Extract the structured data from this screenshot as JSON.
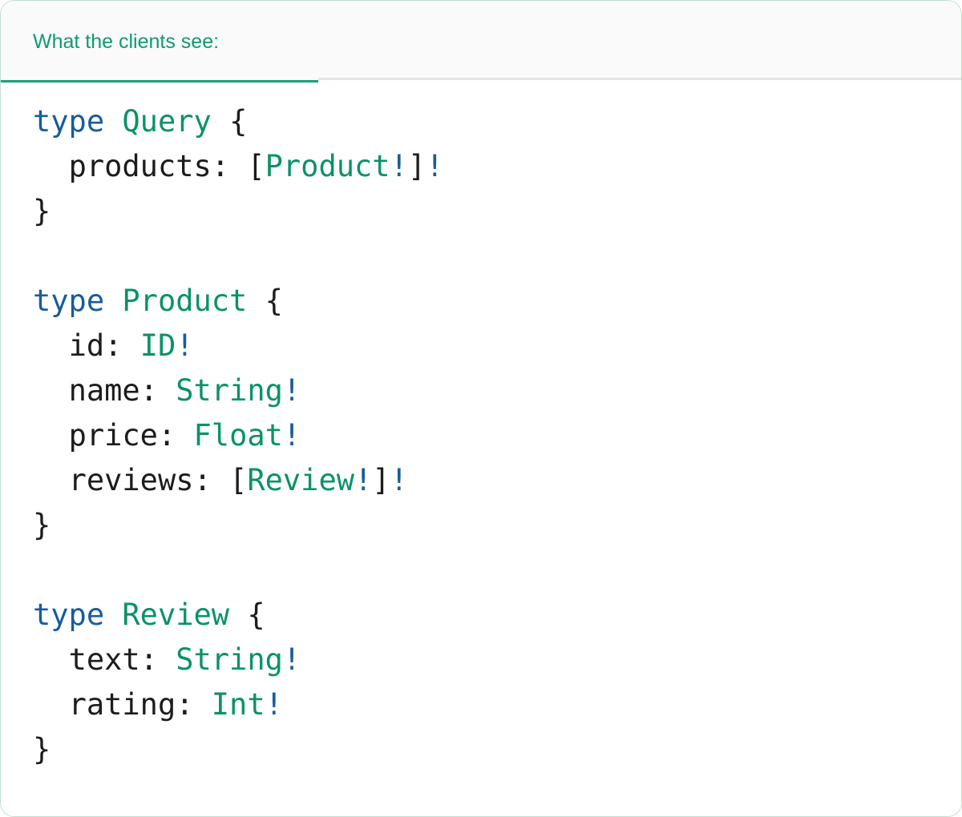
{
  "panel": {
    "border_color": "#bfe0cf",
    "background": "#ffffff"
  },
  "tabbar": {
    "active_tab_index": 0,
    "underline_color": "#17a07a",
    "border_color": "#e4e4e4",
    "background": "#fafafa",
    "tabs": [
      {
        "label": "What the clients see:",
        "active": true
      }
    ]
  },
  "editor": {
    "language": "graphql",
    "colors": {
      "keyword": "#175c9c",
      "typename": "#0a9268",
      "scalar": "#0a9268",
      "field": "#1c1c1c",
      "punctuation": "#1c1c1c",
      "bang": "#175c9c"
    },
    "lines": [
      {
        "indent": 0,
        "tokens": [
          {
            "t": "type",
            "k": "keyword"
          },
          {
            "t": " ",
            "k": "punct"
          },
          {
            "t": "Query",
            "k": "typename"
          },
          {
            "t": " ",
            "k": "punct"
          },
          {
            "t": "{",
            "k": "brace"
          }
        ]
      },
      {
        "indent": 2,
        "tokens": [
          {
            "t": "products",
            "k": "field"
          },
          {
            "t": ": ",
            "k": "punct"
          },
          {
            "t": "[",
            "k": "punct"
          },
          {
            "t": "Product",
            "k": "typename"
          },
          {
            "t": "!",
            "k": "bang"
          },
          {
            "t": "]",
            "k": "punct"
          },
          {
            "t": "!",
            "k": "bang"
          }
        ]
      },
      {
        "indent": 0,
        "tokens": [
          {
            "t": "}",
            "k": "brace"
          }
        ]
      },
      {
        "indent": 0,
        "tokens": []
      },
      {
        "indent": 0,
        "tokens": [
          {
            "t": "type",
            "k": "keyword"
          },
          {
            "t": " ",
            "k": "punct"
          },
          {
            "t": "Product",
            "k": "typename"
          },
          {
            "t": " ",
            "k": "punct"
          },
          {
            "t": "{",
            "k": "brace"
          }
        ]
      },
      {
        "indent": 2,
        "tokens": [
          {
            "t": "id",
            "k": "field"
          },
          {
            "t": ": ",
            "k": "punct"
          },
          {
            "t": "ID",
            "k": "scalar"
          },
          {
            "t": "!",
            "k": "bang"
          }
        ]
      },
      {
        "indent": 2,
        "tokens": [
          {
            "t": "name",
            "k": "field"
          },
          {
            "t": ": ",
            "k": "punct"
          },
          {
            "t": "String",
            "k": "scalar"
          },
          {
            "t": "!",
            "k": "bang"
          }
        ]
      },
      {
        "indent": 2,
        "tokens": [
          {
            "t": "price",
            "k": "field"
          },
          {
            "t": ": ",
            "k": "punct"
          },
          {
            "t": "Float",
            "k": "scalar"
          },
          {
            "t": "!",
            "k": "bang"
          }
        ]
      },
      {
        "indent": 2,
        "tokens": [
          {
            "t": "reviews",
            "k": "field"
          },
          {
            "t": ": ",
            "k": "punct"
          },
          {
            "t": "[",
            "k": "punct"
          },
          {
            "t": "Review",
            "k": "typename"
          },
          {
            "t": "!",
            "k": "bang"
          },
          {
            "t": "]",
            "k": "punct"
          },
          {
            "t": "!",
            "k": "bang"
          }
        ]
      },
      {
        "indent": 0,
        "tokens": [
          {
            "t": "}",
            "k": "brace"
          }
        ]
      },
      {
        "indent": 0,
        "tokens": []
      },
      {
        "indent": 0,
        "tokens": [
          {
            "t": "type",
            "k": "keyword"
          },
          {
            "t": " ",
            "k": "punct"
          },
          {
            "t": "Review",
            "k": "typename"
          },
          {
            "t": " ",
            "k": "punct"
          },
          {
            "t": "{",
            "k": "brace"
          }
        ]
      },
      {
        "indent": 2,
        "tokens": [
          {
            "t": "text",
            "k": "field"
          },
          {
            "t": ": ",
            "k": "punct"
          },
          {
            "t": "String",
            "k": "scalar"
          },
          {
            "t": "!",
            "k": "bang"
          }
        ]
      },
      {
        "indent": 2,
        "tokens": [
          {
            "t": "rating",
            "k": "field"
          },
          {
            "t": ": ",
            "k": "punct"
          },
          {
            "t": "Int",
            "k": "scalar"
          },
          {
            "t": "!",
            "k": "bang"
          }
        ]
      },
      {
        "indent": 0,
        "tokens": [
          {
            "t": "}",
            "k": "brace"
          }
        ]
      }
    ]
  }
}
